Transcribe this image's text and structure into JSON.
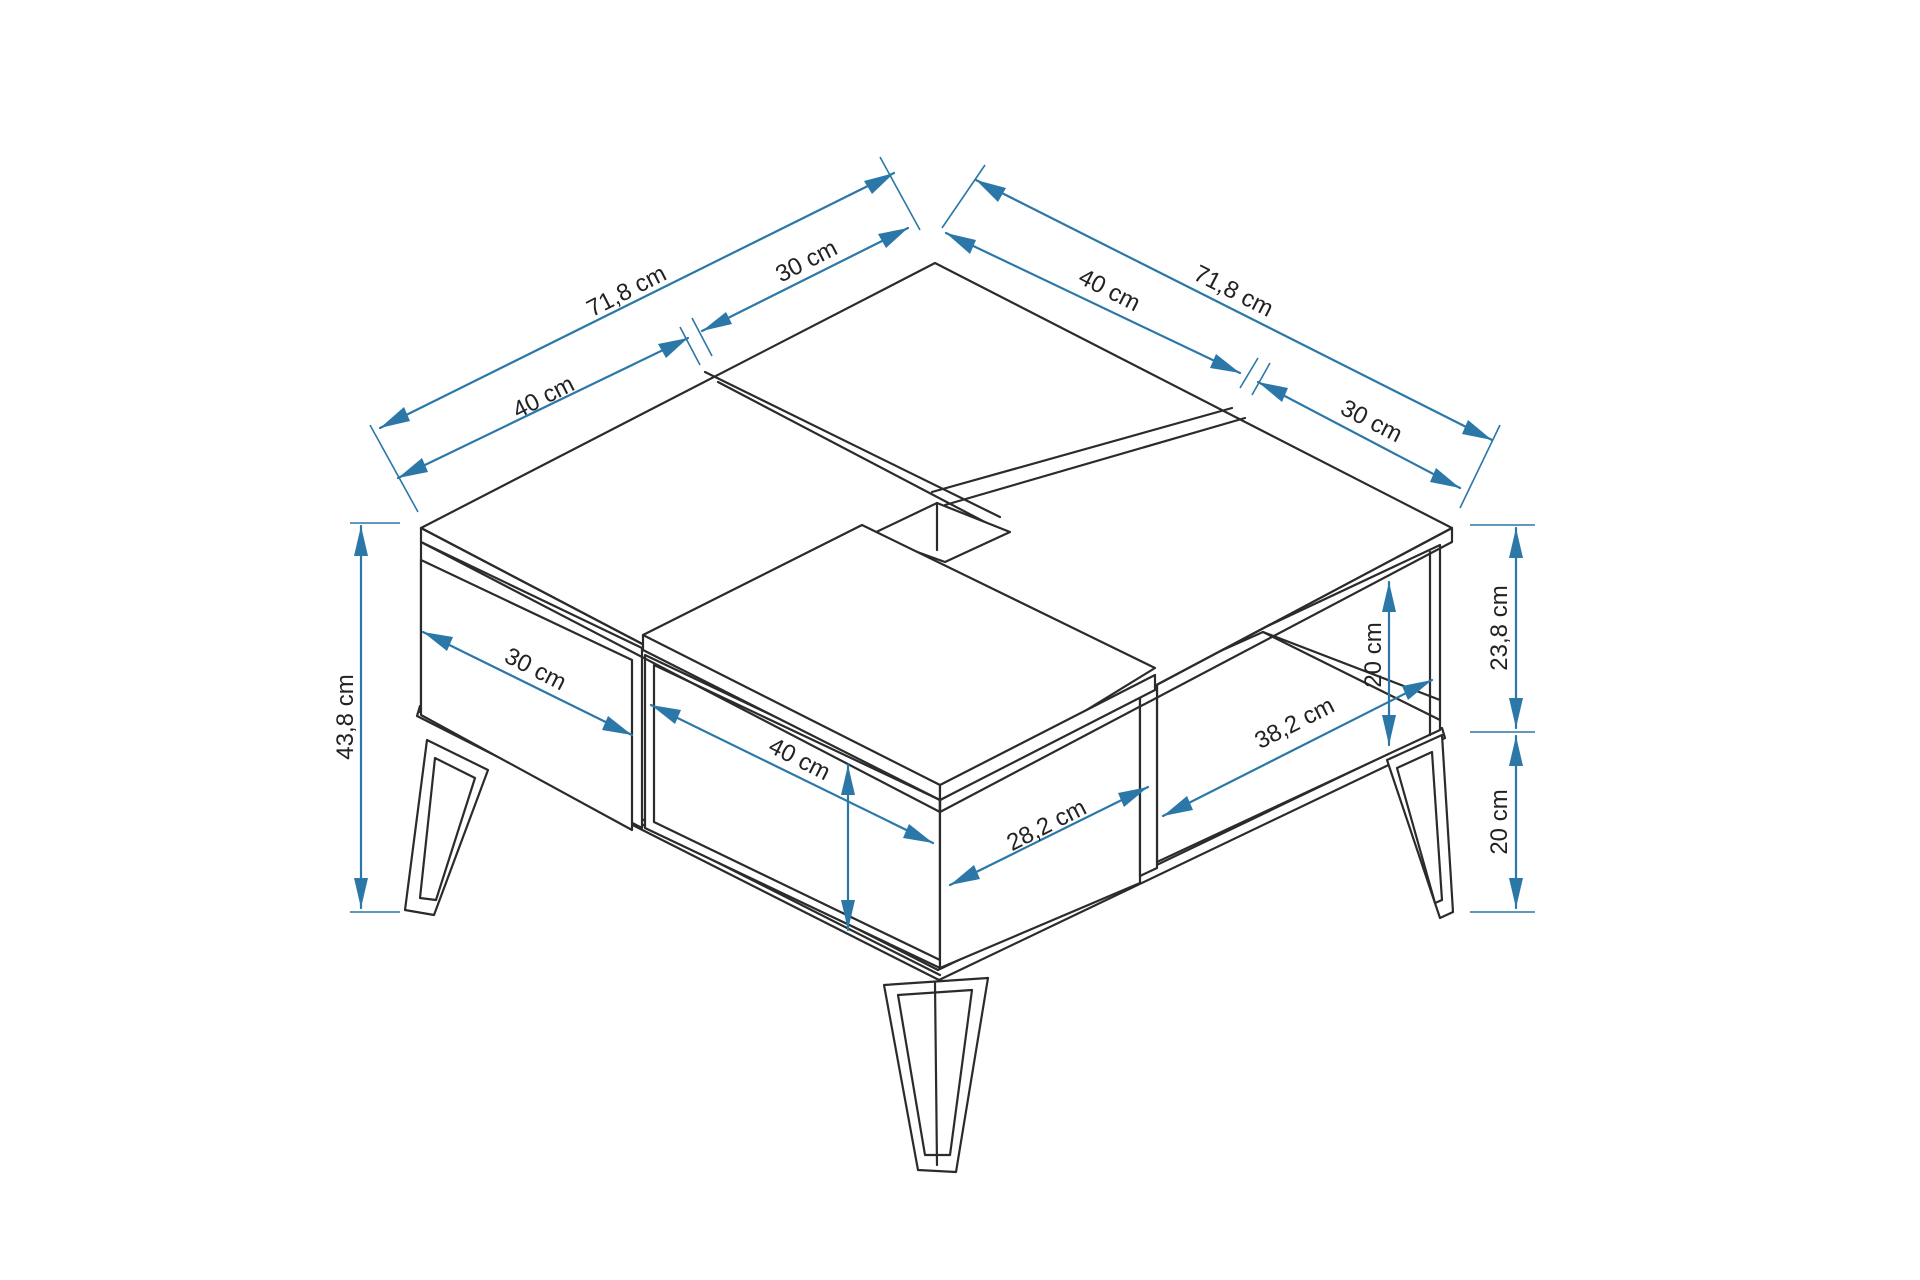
{
  "dimensions": {
    "top_left_overall": "71,8 cm",
    "top_left_large": "40 cm",
    "top_left_small": "30 cm",
    "top_right_overall": "71,8 cm",
    "top_right_large": "40 cm",
    "top_right_small": "30 cm",
    "total_height": "43,8 cm",
    "body_height": "23,8 cm",
    "leg_height": "20 cm",
    "left_compartment_depth": "30 cm",
    "drawer_width": "40 cm",
    "drawer_depth": "28,2 cm",
    "shelf_width": "38,2 cm",
    "shelf_height": "20 cm"
  },
  "colors": {
    "dimension_lines": "#2b77a8",
    "object_lines": "#2b2b2b",
    "background": "#ffffff"
  }
}
